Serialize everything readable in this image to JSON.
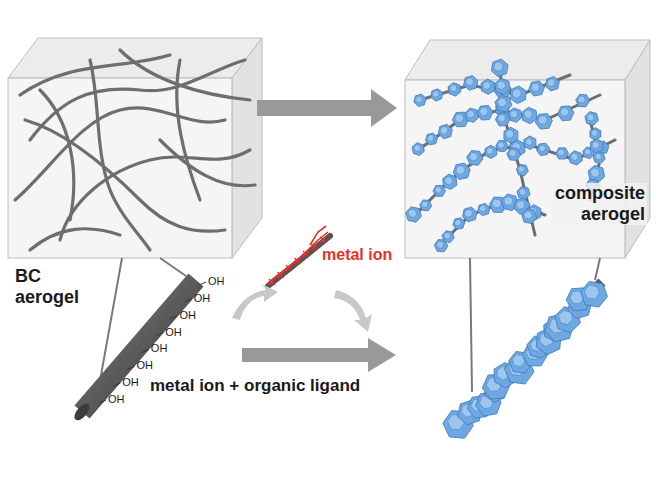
{
  "diagram": {
    "nodes": [
      {
        "text": [
          "BC aerogel"
        ]
      },
      {
        "text": [
          "composite aerogel"
        ]
      }
    ],
    "edges": [
      {
        "from": 0,
        "to": 1,
        "arrow": "to"
      }
    ],
    "labels": [
      "metal ion",
      "metal ion + organic ligand",
      "OH",
      "OH",
      "OH",
      "OH",
      "OH",
      "OH",
      "OH",
      "OH"
    ]
  }
}
